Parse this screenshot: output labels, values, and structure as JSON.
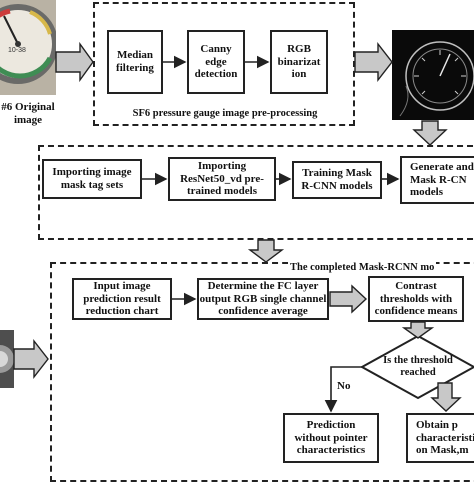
{
  "section1": {
    "original_image_label": "#6 Original\nimage",
    "caption": "SF6 pressure gauge image pre-processing",
    "boxes": [
      "Median\nfiltering",
      "Canny\nedge\ndetection",
      "RGB\nbinarizat\nion"
    ],
    "gauge_display_text": "10-38"
  },
  "section2": {
    "caption": "The completed Mask-RCNN mo",
    "boxes": [
      "Importing image\nmask tag sets",
      "Importing\nResNet50_vd pre-\ntrained models",
      "Training Mask\nR-CNN models",
      "Generate and\nMask R-CN\nmodels"
    ]
  },
  "section3": {
    "boxes": [
      "Input image\nprediction result\nreduction chart",
      "Determine the FC layer\noutput RGB single channel\nconfidence average",
      "Contrast\nthresholds with\nconfidence means"
    ],
    "decision": "Is the threshold\nreached",
    "no_label": "No",
    "outcome_no": "Prediction\nwithout pointer\ncharacteristics",
    "outcome_yes": "Obtain p\ncharacteristi\non Mask,m"
  },
  "colors": {
    "line": "#222222",
    "arrow_fill": "#c8c8c8"
  }
}
